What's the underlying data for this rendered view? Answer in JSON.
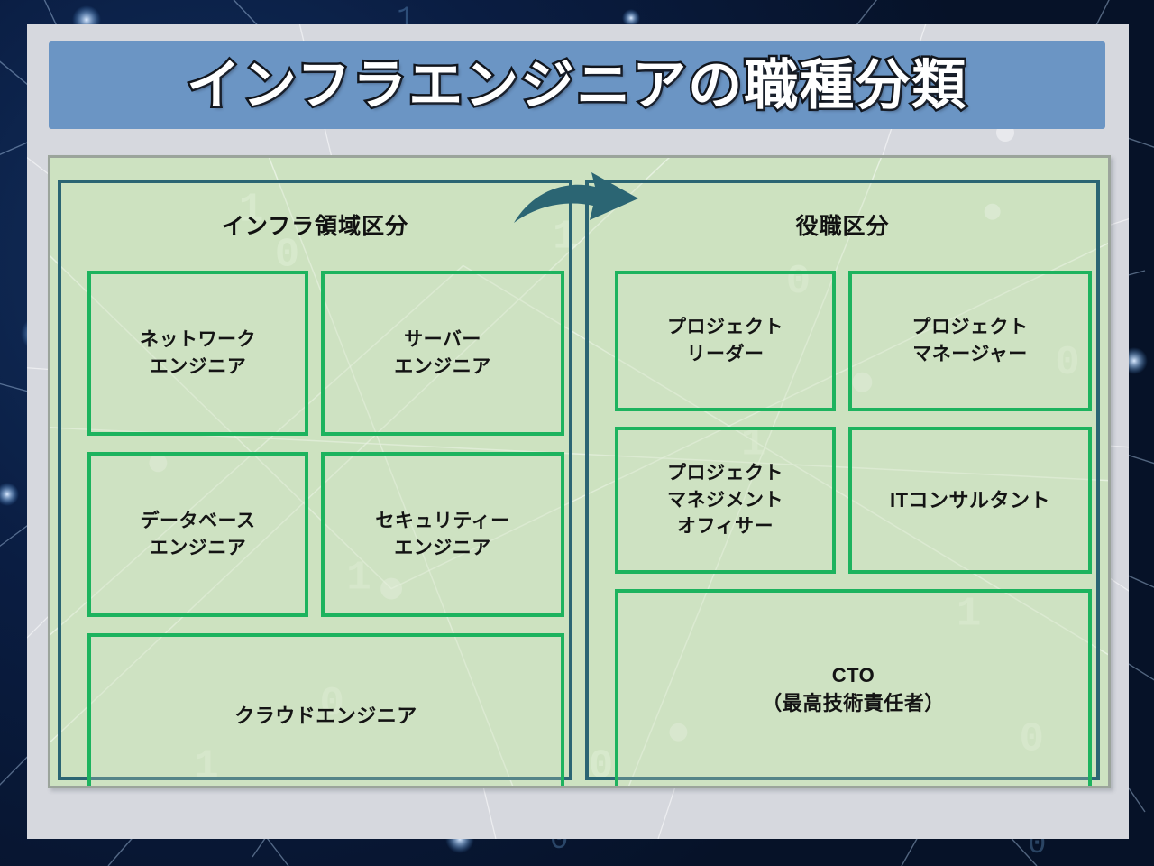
{
  "title": "インフラエンジニアの職種分類",
  "colors": {
    "banner": "#6b95c4",
    "card": "#d6d8de",
    "content_area": "#cde2c1",
    "panel_border": "#2b6573",
    "box_border": "#1db35e",
    "arrow": "#2b6573",
    "background": "#06122c"
  },
  "arrow": {
    "name": "curved-right-arrow",
    "direction": "right"
  },
  "panels": [
    {
      "id": "infra-domain",
      "header": "インフラ領域区分",
      "items": [
        {
          "id": "network-engineer",
          "label": "ネットワーク\nエンジニア"
        },
        {
          "id": "server-engineer",
          "label": "サーバー\nエンジニア"
        },
        {
          "id": "database-engineer",
          "label": "データベース\nエンジニア"
        },
        {
          "id": "security-engineer",
          "label": "セキュリティー\nエンジニア"
        },
        {
          "id": "cloud-engineer",
          "label": "クラウドエンジニア"
        }
      ]
    },
    {
      "id": "job-title-category",
      "header": "役職区分",
      "items": [
        {
          "id": "project-leader",
          "label": "プロジェクト\nリーダー"
        },
        {
          "id": "project-manager",
          "label": "プロジェクト\nマネージャー"
        },
        {
          "id": "pmo",
          "label": "プロジェクト\nマネジメント\nオフィサー"
        },
        {
          "id": "it-consultant",
          "label": "ITコンサルタント"
        },
        {
          "id": "cto",
          "label": "CTO\n（最高技術責任者）"
        }
      ]
    }
  ]
}
